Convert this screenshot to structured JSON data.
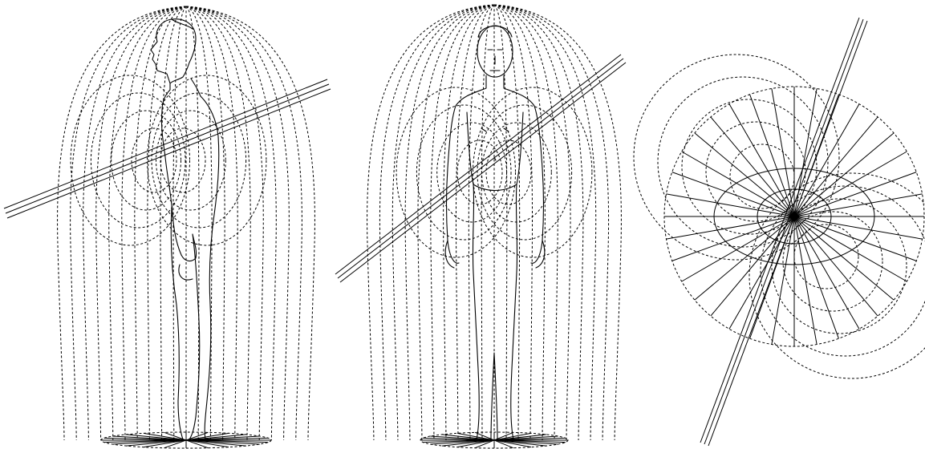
{
  "figures": [
    {
      "name": "side-view",
      "view": "side"
    },
    {
      "name": "front-view",
      "view": "front"
    },
    {
      "name": "top-view",
      "view": "top"
    }
  ],
  "colors": {
    "line": "#000000",
    "background": "#ffffff"
  }
}
